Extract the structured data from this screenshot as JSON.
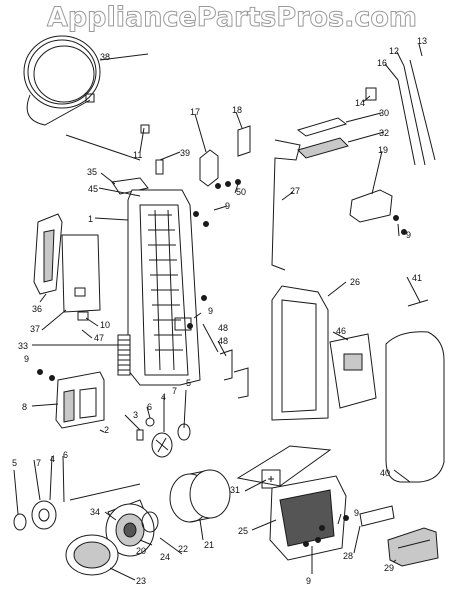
{
  "watermark": "AppliancePartsPros.com",
  "callouts": [
    "38",
    "13",
    "12",
    "16",
    "14",
    "30",
    "32",
    "17",
    "18",
    "39",
    "11",
    "35",
    "45",
    "50",
    "9",
    "27",
    "19",
    "1",
    "9",
    "36",
    "37",
    "10",
    "47",
    "33",
    "9",
    "9",
    "48",
    "48",
    "26",
    "41",
    "46",
    "8",
    "2",
    "3",
    "6",
    "4",
    "7",
    "5",
    "5",
    "7",
    "6",
    "4",
    "31",
    "34",
    "21",
    "22",
    "20",
    "24",
    "23",
    "25",
    "9",
    "9",
    "28",
    "29",
    "40"
  ],
  "colors": {
    "line": "#1a1a1a",
    "fill": "#ffffff",
    "shade": "#c8c8c8",
    "dark": "#555555"
  }
}
